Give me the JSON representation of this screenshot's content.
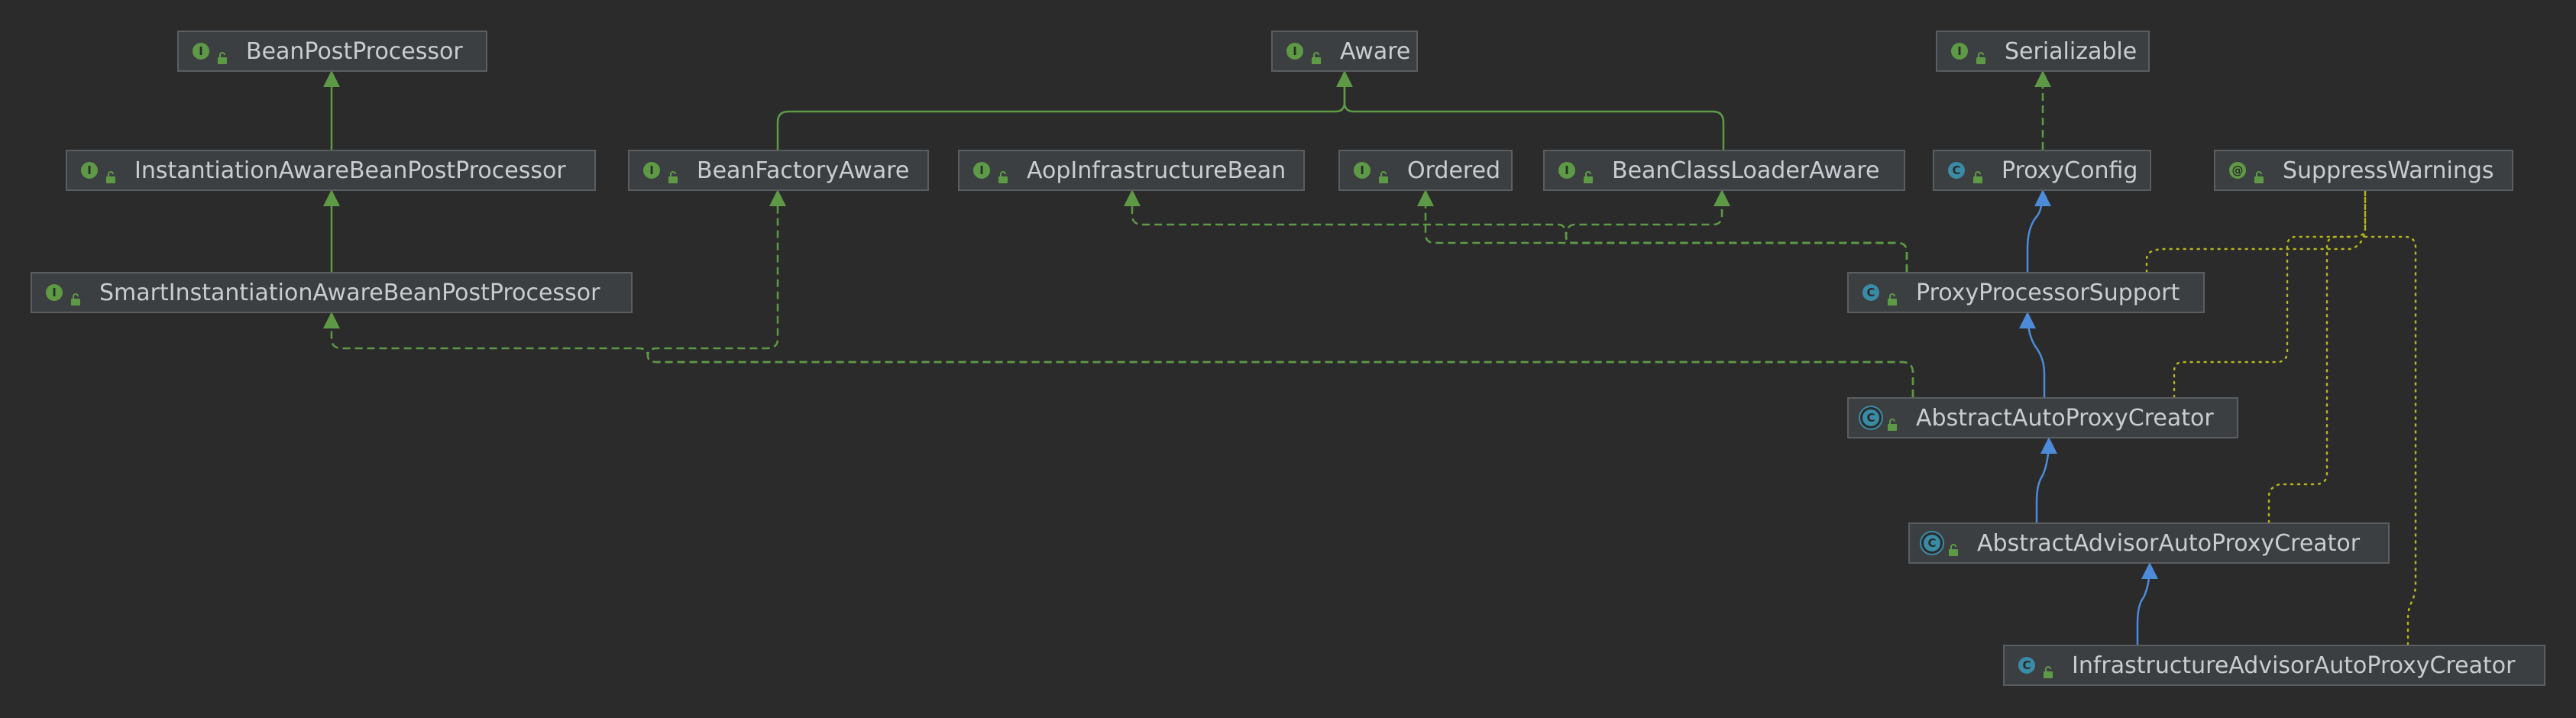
{
  "nodes": [
    {
      "id": "bpp",
      "label": "BeanPostProcessor",
      "kind": "interface"
    },
    {
      "id": "aware",
      "label": "Aware",
      "kind": "interface"
    },
    {
      "id": "ser",
      "label": "Serializable",
      "kind": "interface"
    },
    {
      "id": "iabpp",
      "label": "InstantiationAwareBeanPostProcessor",
      "kind": "interface"
    },
    {
      "id": "bfa",
      "label": "BeanFactoryAware",
      "kind": "interface"
    },
    {
      "id": "aib",
      "label": "AopInfrastructureBean",
      "kind": "interface"
    },
    {
      "id": "ord",
      "label": "Ordered",
      "kind": "interface"
    },
    {
      "id": "bcla",
      "label": "BeanClassLoaderAware",
      "kind": "interface"
    },
    {
      "id": "pc",
      "label": "ProxyConfig",
      "kind": "class"
    },
    {
      "id": "sw",
      "label": "SuppressWarnings",
      "kind": "annotation"
    },
    {
      "id": "siabpp",
      "label": "SmartInstantiationAwareBeanPostProcessor",
      "kind": "interface"
    },
    {
      "id": "pps",
      "label": "ProxyProcessorSupport",
      "kind": "class"
    },
    {
      "id": "aapc",
      "label": "AbstractAutoProxyCreator",
      "kind": "abstract"
    },
    {
      "id": "aaapc",
      "label": "AbstractAdvisorAutoProxyCreator",
      "kind": "abstract"
    },
    {
      "id": "iaapc",
      "label": "InfrastructureAdvisorAutoProxyCreator",
      "kind": "class"
    }
  ],
  "kind_icons": {
    "interface": "I",
    "class": "C",
    "abstract": "C",
    "annotation": "@"
  },
  "colors": {
    "background": "#2b2b2b",
    "node_fill": "#3c3f41",
    "node_border": "#5b5e61",
    "text": "#c9ccd0",
    "interface_extends": "#5e9a46",
    "implements": "#5e9a46",
    "class_extends": "#4d8bd9",
    "annotation_use": "#b5b51f"
  },
  "edges": [
    {
      "from": "iabpp",
      "to": "bpp",
      "type": "interface-extends"
    },
    {
      "from": "bfa",
      "to": "aware",
      "type": "interface-extends"
    },
    {
      "from": "bcla",
      "to": "aware",
      "type": "interface-extends"
    },
    {
      "from": "siabpp",
      "to": "iabpp",
      "type": "interface-extends"
    },
    {
      "from": "pc",
      "to": "ser",
      "type": "implements"
    },
    {
      "from": "pps",
      "to": "aib",
      "type": "implements"
    },
    {
      "from": "pps",
      "to": "ord",
      "type": "implements"
    },
    {
      "from": "pps",
      "to": "bcla",
      "type": "implements"
    },
    {
      "from": "aapc",
      "to": "siabpp",
      "type": "implements"
    },
    {
      "from": "aapc",
      "to": "bfa",
      "type": "implements"
    },
    {
      "from": "pps",
      "to": "pc",
      "type": "class-extends"
    },
    {
      "from": "aapc",
      "to": "pps",
      "type": "class-extends"
    },
    {
      "from": "aaapc",
      "to": "aapc",
      "type": "class-extends"
    },
    {
      "from": "iaapc",
      "to": "aaapc",
      "type": "class-extends"
    },
    {
      "from": "pps",
      "to": "sw",
      "type": "annotation-use"
    },
    {
      "from": "aapc",
      "to": "sw",
      "type": "annotation-use"
    },
    {
      "from": "aaapc",
      "to": "sw",
      "type": "annotation-use"
    },
    {
      "from": "iaapc",
      "to": "sw",
      "type": "annotation-use"
    }
  ]
}
